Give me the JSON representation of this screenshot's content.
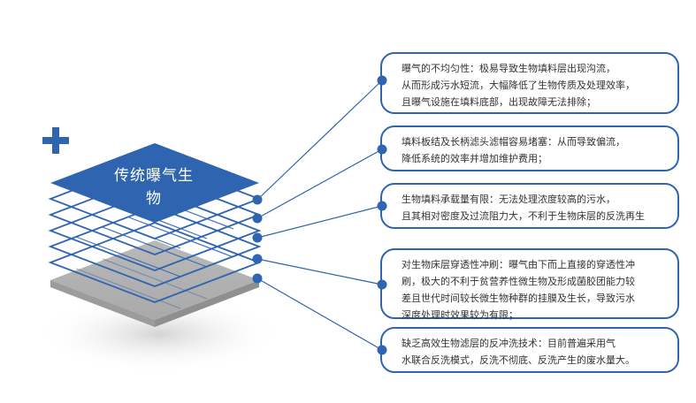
{
  "diagram": {
    "center_label_lines": [
      "传统曝气生",
      "物"
    ],
    "accent_color": "#2f64b1",
    "callouts": [
      {
        "lines": [
          "曝气的不均匀性：极易导致生物填料层出现沟流，",
          "从而形成污水短流，大幅降低了生物传质及处理效率，",
          "且曝气设施在填料底部，出现故障无法排除；"
        ]
      },
      {
        "lines": [
          "填料板结及长柄滤头滤帽容易堵塞：从而导致偏流，",
          "降低系统的效率并增加维护费用；"
        ]
      },
      {
        "lines": [
          "生物填料承载量有限：无法处理浓度较高的污水，",
          "且其相对密度及过流阻力大，不利于生物床层的反洗再生"
        ]
      },
      {
        "lines": [
          "对生物床层穿透性冲刷：曝气由下而上直接的穿透性冲",
          "刷，极大的不利于贫营养性微生物及形成菌胶团能力较",
          "差且世代时间较长微生物种群的挂膜及生长，导致污水",
          "深度处理时效果较为有限；"
        ]
      },
      {
        "lines": [
          "缺乏高效生物滤层的反冲洗技术：目前普遍采用气",
          "水联合反洗模式，反洗不彻底、反洗产生的废水量大。"
        ]
      }
    ]
  }
}
